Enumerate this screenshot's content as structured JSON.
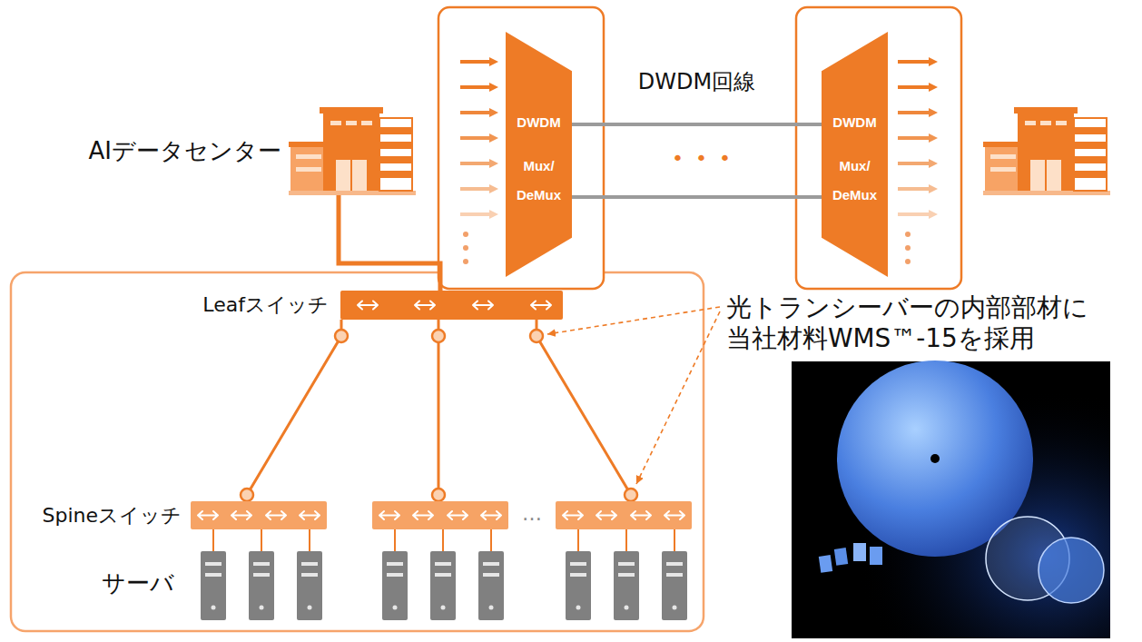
{
  "diagram": {
    "nodes": [
      {
        "text": [
          "AIデータセンター"
        ]
      },
      {
        "text": [
          "DWDM",
          "Mux/ DeMux"
        ]
      },
      {
        "text": [
          "DWDM",
          "Mux/ DeMux"
        ]
      },
      {
        "text": [
          "Leafスイッチ"
        ]
      },
      {
        "text": [
          "Spineスイッチ"
        ]
      },
      {
        "text": []
      },
      {
        "text": []
      }
    ],
    "edges": [
      {
        "from": 0,
        "to": 3,
        "arrow": "none"
      },
      {
        "from": 1,
        "to": 2,
        "label": "DWDM回線",
        "arrow": "none"
      },
      {
        "from": 1,
        "to": 2,
        "arrow": "none"
      },
      {
        "from": 3,
        "to": 4,
        "arrow": "none"
      },
      {
        "from": 3,
        "to": 5,
        "arrow": "none"
      },
      {
        "from": 3,
        "to": 6,
        "arrow": "none"
      }
    ],
    "labels": [
      "• • •",
      "…",
      "サーバ",
      "光トランシーバーの内部部材に 当社材料WMS™-15を採用"
    ]
  }
}
